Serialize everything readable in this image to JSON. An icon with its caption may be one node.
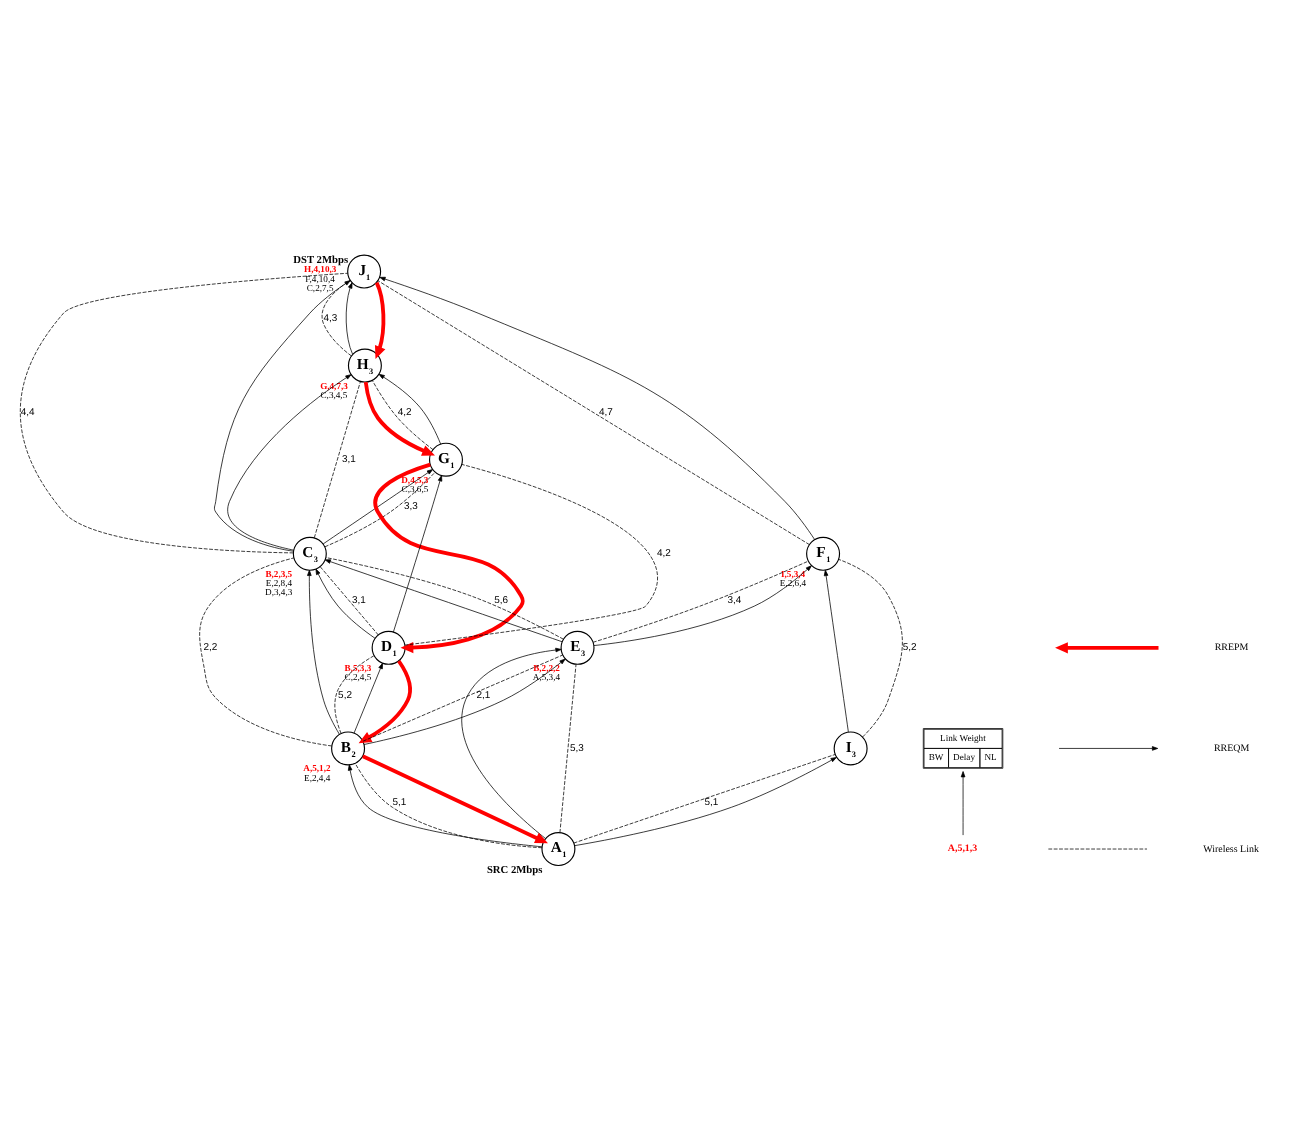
{
  "diagram": {
    "nodes": [
      {
        "text": [
          "J$_{1}$"
        ],
        "beside": [
          "DST 2Mbps",
          "H,4,10,3",
          "F,4,10,4",
          "C,2,7,5"
        ]
      },
      {
        "text": [
          "H$_{3}$"
        ],
        "beside": [
          "G,4,7,3",
          "C,3,4,5"
        ]
      },
      {
        "text": [
          "F$_{1}$"
        ],
        "beside": [
          "I,5,3,4",
          "E,2,6,4"
        ]
      },
      {
        "text": [
          "C$_{3}$"
        ],
        "beside": [
          "B,2,3,5",
          "E,2,8,4",
          "D,3,4,3"
        ]
      },
      {
        "text": [
          "G$_{1}$"
        ],
        "beside": [
          "D,4,5,3",
          "C,3,6,5"
        ]
      },
      {
        "text": [
          "E$_{3}$"
        ],
        "beside": [
          "B,2,2,2",
          "A,5,3,4"
        ]
      },
      {
        "text": [
          "I$_{3}$"
        ]
      },
      {
        "text": [
          "A,5,1,3"
        ]
      },
      {
        "text": [
          "D$_{1}$"
        ],
        "beside": [
          "B,5,3,3",
          "C,2,4,5"
        ]
      },
      {
        "text": [
          "Link Weight",
          "BW",
          "Delay",
          "NL"
        ]
      },
      {
        "text": [
          "A$_{1}$"
        ],
        "beside": [
          "SRC 2Mbps"
        ]
      },
      {
        "text": [
          "B$_{2}$"
        ],
        "beside": [
          "A,5,1,2",
          "E,2,4,4"
        ]
      }
    ],
    "edges": [
      {
        "from": 10,
        "to": 6,
        "arrow": "none",
        "style": "dashed",
        "label": "5,1"
      },
      {
        "from": 10,
        "to": 6,
        "arrow": "to"
      },
      {
        "from": 10,
        "to": 5,
        "arrow": "none",
        "style": "dashed",
        "label": "5,3"
      },
      {
        "from": 10,
        "to": 5,
        "arrow": "to"
      },
      {
        "from": 10,
        "to": 11,
        "arrow": "none",
        "style": "dashed",
        "label": "5,1"
      },
      {
        "from": 10,
        "to": 11,
        "arrow": "to"
      },
      {
        "from": 6,
        "to": 2,
        "arrow": "none",
        "style": "dashed",
        "label": "5,2"
      },
      {
        "from": 6,
        "to": 2,
        "arrow": "to"
      },
      {
        "from": 5,
        "to": 2,
        "arrow": "none",
        "style": "dashed",
        "label": "3,4"
      },
      {
        "from": 5,
        "to": 2,
        "arrow": "to"
      },
      {
        "from": 5,
        "to": 3,
        "arrow": "none",
        "style": "dashed",
        "label": "5,6"
      },
      {
        "from": 5,
        "to": 3,
        "arrow": "to"
      },
      {
        "from": 11,
        "to": 5,
        "arrow": "none",
        "style": "dashed",
        "label": "2,1"
      },
      {
        "from": 11,
        "to": 5,
        "arrow": "to"
      },
      {
        "from": 11,
        "to": 3,
        "arrow": "none",
        "style": "dashed",
        "label": "2,2"
      },
      {
        "from": 11,
        "to": 3,
        "arrow": "to"
      },
      {
        "from": 11,
        "to": 8,
        "arrow": "none",
        "style": "dashed",
        "label": "5,2"
      },
      {
        "from": 11,
        "to": 8,
        "arrow": "to"
      },
      {
        "from": 2,
        "to": 0,
        "arrow": "none",
        "style": "dashed",
        "label": "4,7"
      },
      {
        "from": 2,
        "to": 0,
        "arrow": "to"
      },
      {
        "from": 3,
        "to": 0,
        "arrow": "none",
        "style": "dashed",
        "label": "4,4"
      },
      {
        "from": 3,
        "to": 0,
        "arrow": "to"
      },
      {
        "from": 3,
        "to": 1,
        "arrow": "none",
        "style": "dashed",
        "label": "3,1"
      },
      {
        "from": 3,
        "to": 1,
        "arrow": "to"
      },
      {
        "from": 3,
        "to": 4,
        "arrow": "none",
        "style": "dashed",
        "label": "3,3"
      },
      {
        "from": 3,
        "to": 4,
        "arrow": "to"
      },
      {
        "from": 8,
        "to": 3,
        "arrow": "none",
        "style": "dashed",
        "label": "3,1"
      },
      {
        "from": 8,
        "to": 3,
        "arrow": "to"
      },
      {
        "from": 8,
        "to": 4,
        "arrow": "none",
        "style": "dashed",
        "label": "4,2"
      },
      {
        "from": 8,
        "to": 4,
        "arrow": "to"
      },
      {
        "from": 4,
        "to": 1,
        "arrow": "none",
        "style": "dashed",
        "label": "4,2"
      },
      {
        "from": 4,
        "to": 1,
        "arrow": "to"
      },
      {
        "from": 1,
        "to": 0,
        "arrow": "none",
        "style": "dashed",
        "label": "4,3"
      },
      {
        "from": 1,
        "to": 0,
        "arrow": "to"
      },
      {
        "from": 0,
        "to": 1,
        "arrow": "to",
        "style": "thick",
        "color": "#ff0000"
      },
      {
        "from": 1,
        "to": 4,
        "arrow": "to",
        "style": "thick",
        "color": "#ff0000"
      },
      {
        "from": 4,
        "to": 8,
        "arrow": "to",
        "style": "thick",
        "color": "#ff0000"
      },
      {
        "from": 8,
        "to": 11,
        "arrow": "to",
        "style": "thick",
        "color": "#ff0000"
      },
      {
        "from": 11,
        "to": 10,
        "arrow": "to",
        "style": "thick",
        "color": "#ff0000"
      },
      {
        "from": 7,
        "to": 9,
        "arrow": "to"
      }
    ],
    "legend": [
      {
        "text": "RREPM"
      },
      {
        "text": "RREQM"
      },
      {
        "text": "Wireless Link"
      }
    ]
  }
}
